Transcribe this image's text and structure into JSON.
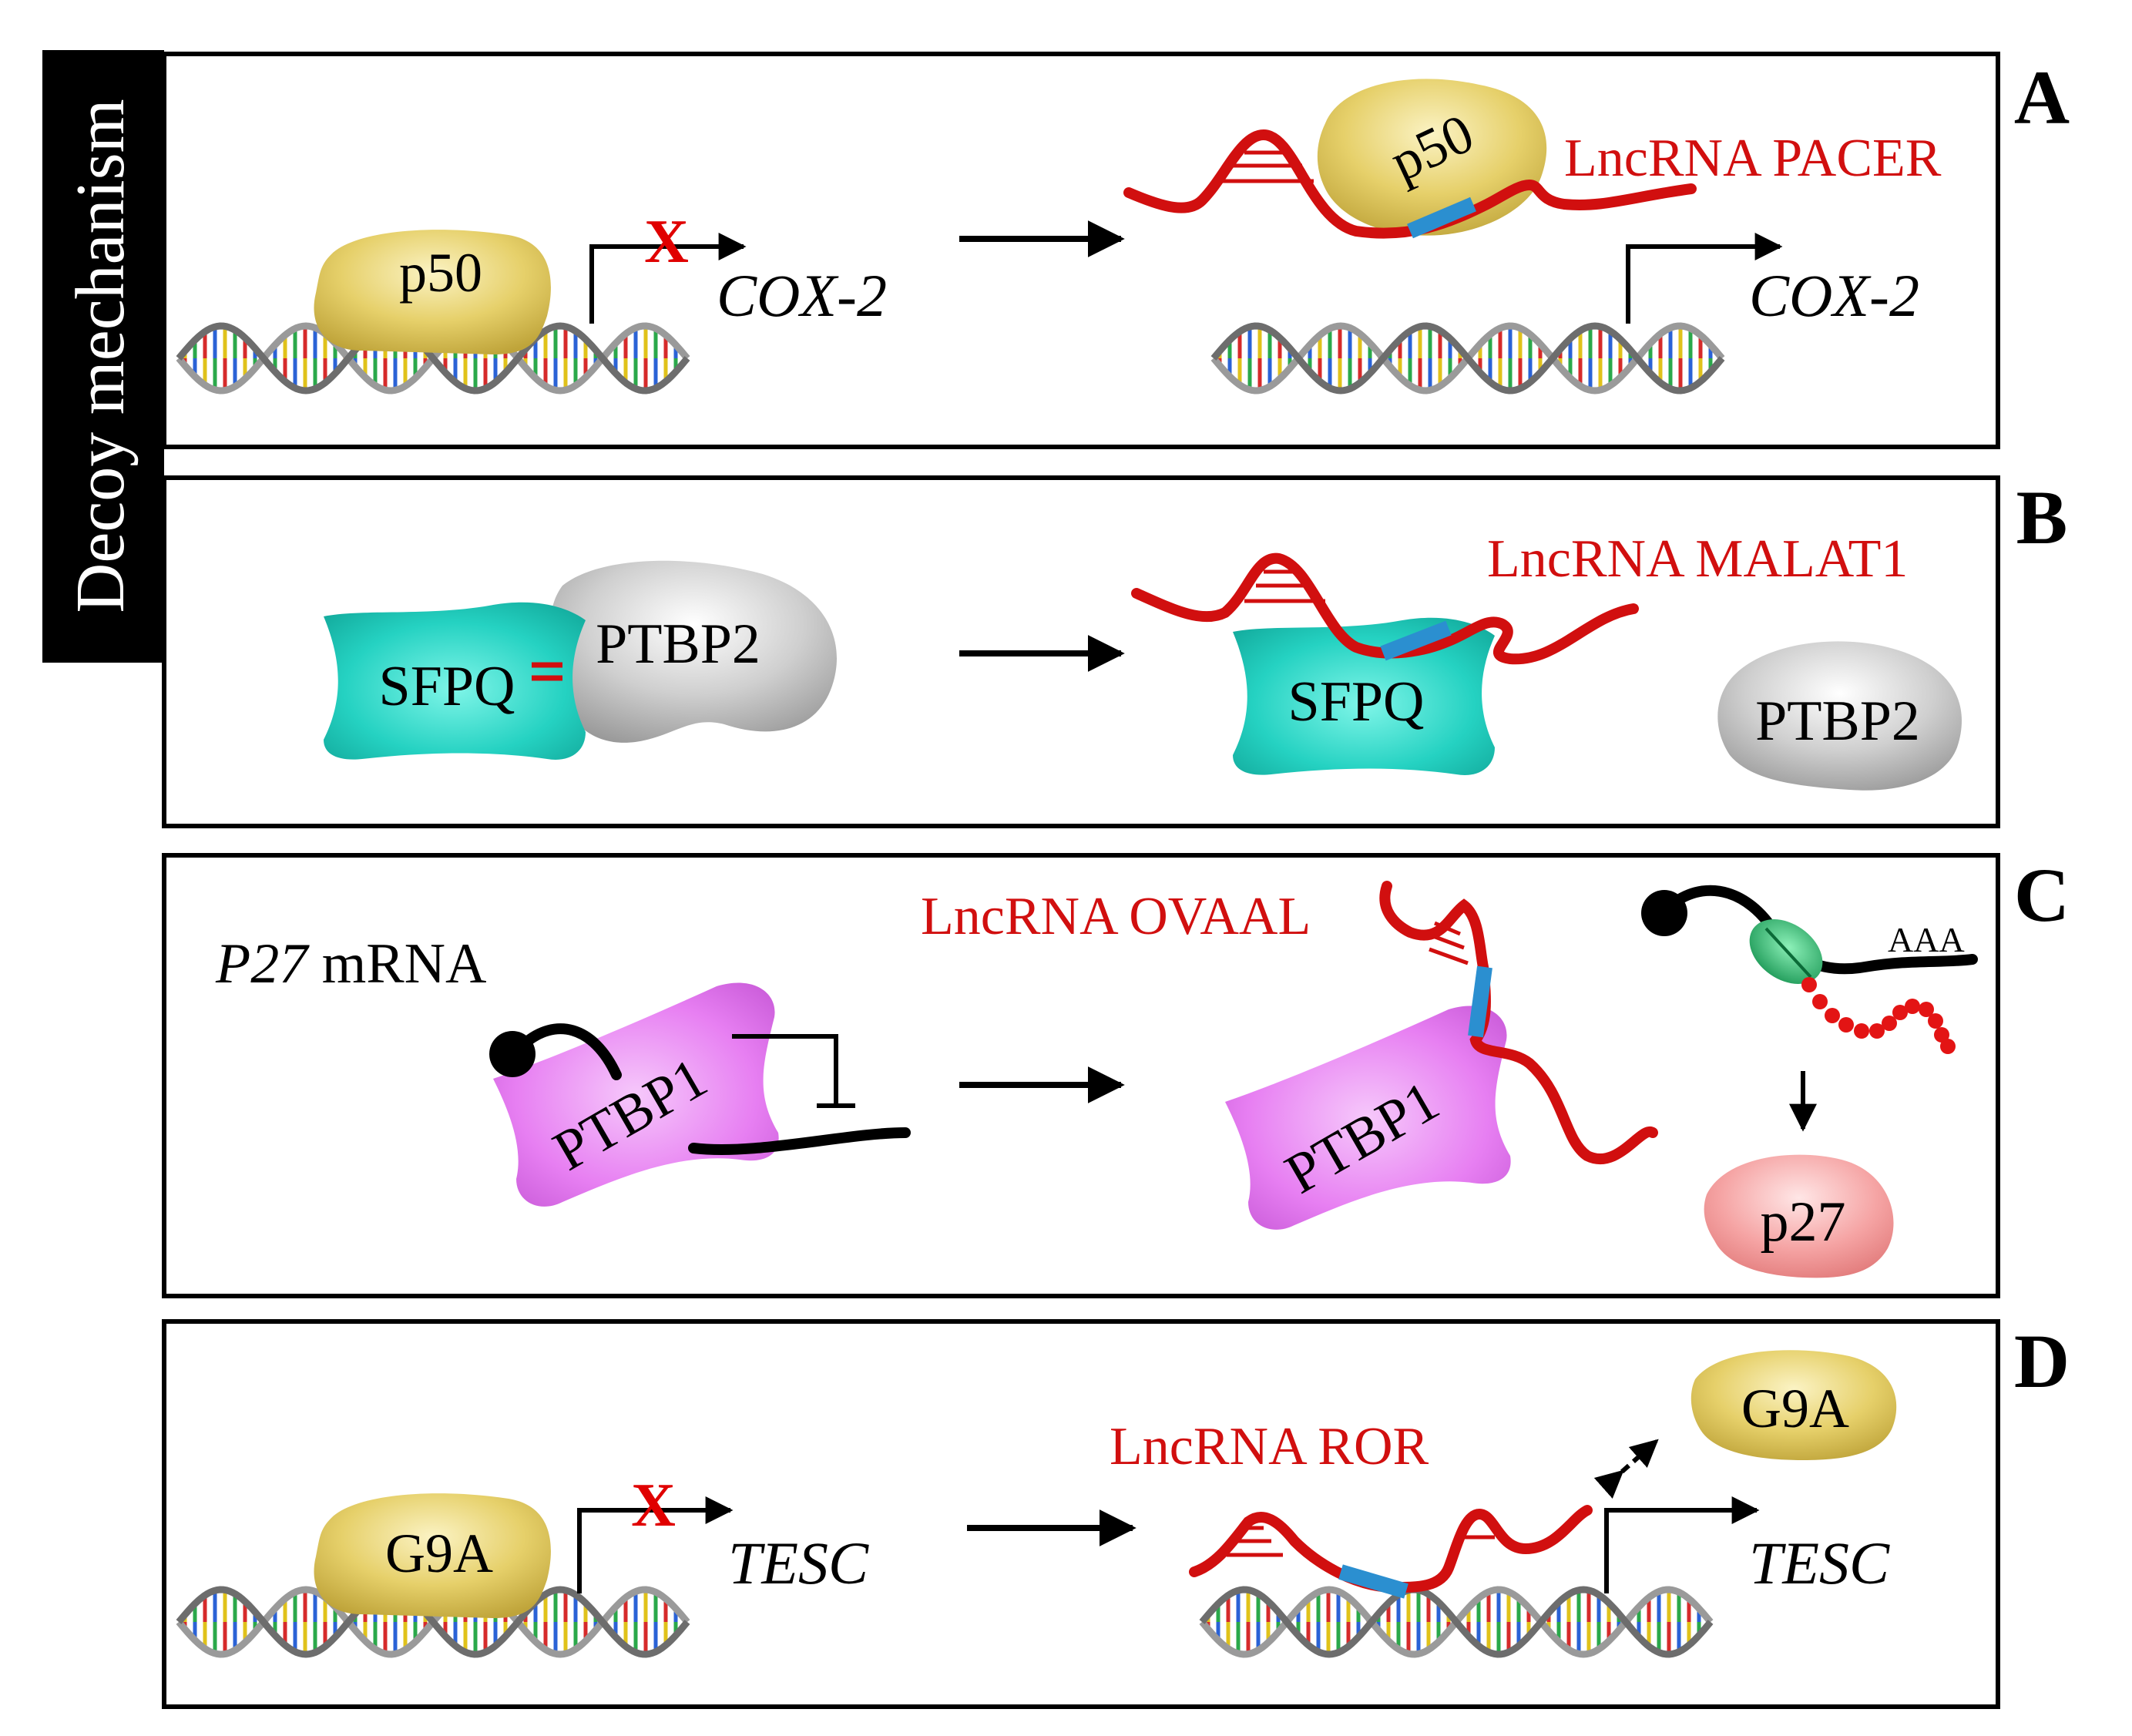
{
  "side_label": "Decoy mechanism",
  "colors": {
    "lncrna": "#d10f0f",
    "binding_site": "#2b8fd0",
    "p50_g9a": "#e8d575",
    "sfpq": "#29d3c4",
    "ptbp2": "#c8c8c8",
    "ptbp1": "#e47cf0",
    "p27": "#f4a4a4",
    "ribosome": "#2bb36a",
    "panel_border": "#000000",
    "side_label_bg": "#000000"
  },
  "panels": [
    {
      "letter": "A",
      "left": {
        "protein": "p50",
        "gene": "COX-2",
        "blocked": "X"
      },
      "right": {
        "lncrna": "LncRNA PACER",
        "protein": "p50",
        "gene": "COX-2"
      }
    },
    {
      "letter": "B",
      "left": {
        "protein_1": "SFPQ",
        "protein_2": "PTBP2"
      },
      "right": {
        "lncrna": "LncRNA MALAT1",
        "protein_1": "SFPQ",
        "protein_2": "PTBP2"
      }
    },
    {
      "letter": "C",
      "left": {
        "mrna_italic": "P27",
        "mrna_rest": " mRNA",
        "protein": "PTBP1"
      },
      "right": {
        "lncrna": "LncRNA OVAAL",
        "protein": "PTBP1",
        "polya": "AAA",
        "product": "p27"
      }
    },
    {
      "letter": "D",
      "left": {
        "protein": "G9A",
        "gene": "TESC",
        "blocked": "X"
      },
      "right": {
        "lncrna": "LncRNA ROR",
        "protein": "G9A",
        "gene": "TESC"
      }
    }
  ]
}
